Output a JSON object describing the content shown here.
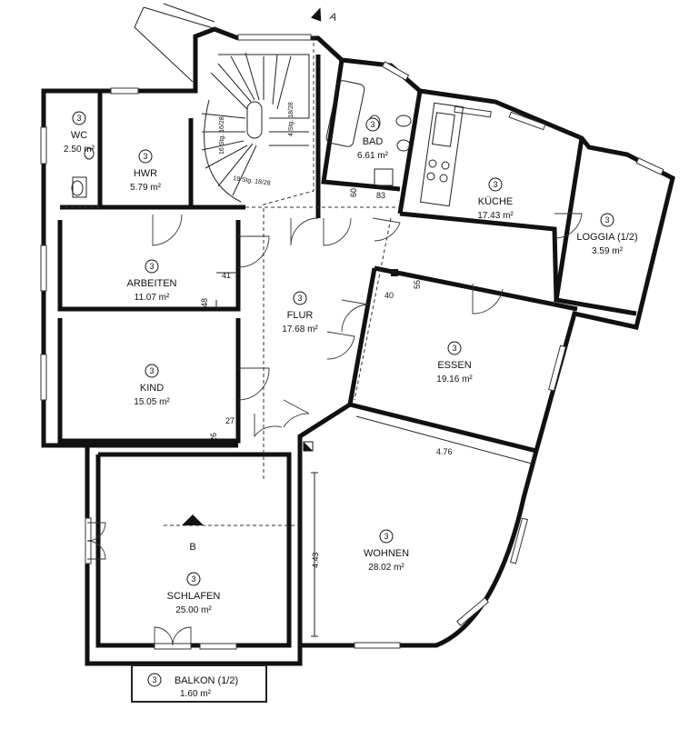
{
  "rooms": [
    {
      "id": "wc",
      "name": "WC",
      "area": "2.50 m²",
      "number": "3"
    },
    {
      "id": "hwr",
      "name": "HWR",
      "area": "5.79 m²",
      "number": "3"
    },
    {
      "id": "bad",
      "name": "BAD",
      "area": "6.61 m²",
      "number": "3"
    },
    {
      "id": "kueche",
      "name": "KÜCHE",
      "area": "17.43 m²",
      "number": "3"
    },
    {
      "id": "loggia",
      "name": "LOGGIA (1/2)",
      "area": "3.59 m²",
      "number": "3"
    },
    {
      "id": "arbeiten",
      "name": "ARBEITEN",
      "area": "11.07 m²",
      "number": "3"
    },
    {
      "id": "flur",
      "name": "FLUR",
      "area": "17.68 m²",
      "number": "3"
    },
    {
      "id": "essen",
      "name": "ESSEN",
      "area": "19.16 m²",
      "number": "3"
    },
    {
      "id": "kind",
      "name": "KIND",
      "area": "15.05 m²",
      "number": "3"
    },
    {
      "id": "wohnen",
      "name": "WOHNEN",
      "area": "28.02 m²",
      "number": "3"
    },
    {
      "id": "schlafen",
      "name": "SCHLAFEN",
      "area": "25.00 m²",
      "number": "3"
    },
    {
      "id": "balkon",
      "name": "BALKON (1/2)",
      "area": "1.60 m²",
      "number": "3"
    }
  ],
  "stairs": {
    "upper": "16 Stg. 16/28",
    "right": "4 Stg. 18/28",
    "lower": "19 Stg. 18/28"
  },
  "dimensions": {
    "d60": "60",
    "d83": "83",
    "d41": "41",
    "d48": "48",
    "d55": "55",
    "d40": "40",
    "d27": "27",
    "d26": "26",
    "d476": "4.76",
    "d443": "4.43"
  },
  "section_markers": {
    "a": "A",
    "b": "B"
  }
}
